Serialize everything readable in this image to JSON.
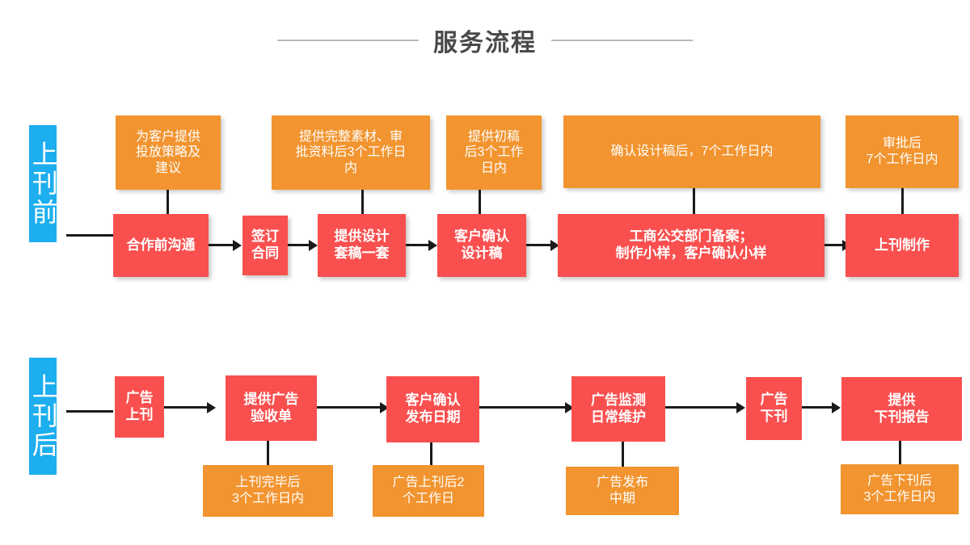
{
  "header": {
    "title": "服务流程"
  },
  "phases": [
    {
      "id": "pre",
      "label": "上刊前"
    },
    {
      "id": "post",
      "label": "上刊后"
    }
  ],
  "row_pre": {
    "notes": [
      {
        "id": "note-strategy",
        "text": "为客户提供\n投放策略及\n建议"
      },
      {
        "id": "note-materials",
        "text": "提供完整素材、审\n批资料后3个工作日\n内"
      },
      {
        "id": "note-draft",
        "text": "提供初稿\n后3个工作\n日内"
      },
      {
        "id": "note-confirm-design",
        "text": "确认设计稿后，7个工作日内"
      },
      {
        "id": "note-approval",
        "text": "审批后\n7个工作日内"
      }
    ],
    "steps": [
      {
        "id": "step-precoop-comm",
        "text": "合作前沟通"
      },
      {
        "id": "step-sign-contract",
        "text": "签订\n合同"
      },
      {
        "id": "step-provide-design",
        "text": "提供设计\n套稿一套"
      },
      {
        "id": "step-client-confirm-design",
        "text": "客户确认\n设计稿"
      },
      {
        "id": "step-filing-proof",
        "text": "工商公交部门备案；\n制作小样，客户确认小样"
      },
      {
        "id": "step-production",
        "text": "上刊制作"
      }
    ]
  },
  "row_post": {
    "steps": [
      {
        "id": "step-ad-launch",
        "text": "广告\n上刊"
      },
      {
        "id": "step-acceptance-form",
        "text": "提供广告\n验收单"
      },
      {
        "id": "step-confirm-publish-date",
        "text": "客户确认\n发布日期"
      },
      {
        "id": "step-monitor-maintain",
        "text": "广告监测\n日常维护"
      },
      {
        "id": "step-ad-offline",
        "text": "广告\n下刊"
      },
      {
        "id": "step-offline-report",
        "text": "提供\n下刊报告"
      }
    ],
    "notes": [
      {
        "id": "note-after-launch",
        "text": "上刊完毕后\n3个工作日内"
      },
      {
        "id": "note-after-launch-2days",
        "text": "广告上刊后2\n个工作日"
      },
      {
        "id": "note-mid-publish",
        "text": "广告发布\n中期"
      },
      {
        "id": "note-after-offline",
        "text": "广告下刊后\n3个工作日内"
      }
    ]
  },
  "colors": {
    "accent_blue": "#1caeee",
    "step_red": "#f9504f",
    "note_orange": "#f2942f",
    "title_gray": "#4a4a4a",
    "line_black": "#1a1a1a",
    "background": "#ffffff"
  }
}
